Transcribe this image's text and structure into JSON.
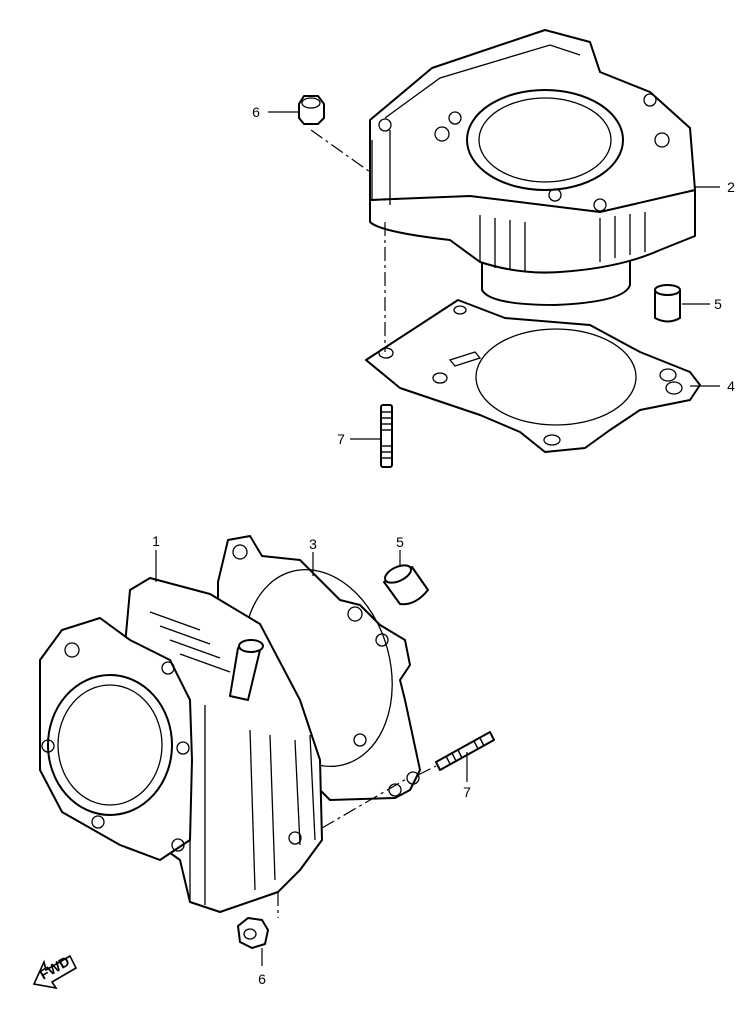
{
  "callouts": [
    {
      "id": "c6a",
      "label": "6"
    },
    {
      "id": "c2",
      "label": "2"
    },
    {
      "id": "c5a",
      "label": "5"
    },
    {
      "id": "c4",
      "label": "4"
    },
    {
      "id": "c7a",
      "label": "7"
    },
    {
      "id": "c1",
      "label": "1"
    },
    {
      "id": "c3",
      "label": "3"
    },
    {
      "id": "c5b",
      "label": "5"
    },
    {
      "id": "c7b",
      "label": "7"
    },
    {
      "id": "c6b",
      "label": "6"
    }
  ],
  "fwd_label": "FWD"
}
